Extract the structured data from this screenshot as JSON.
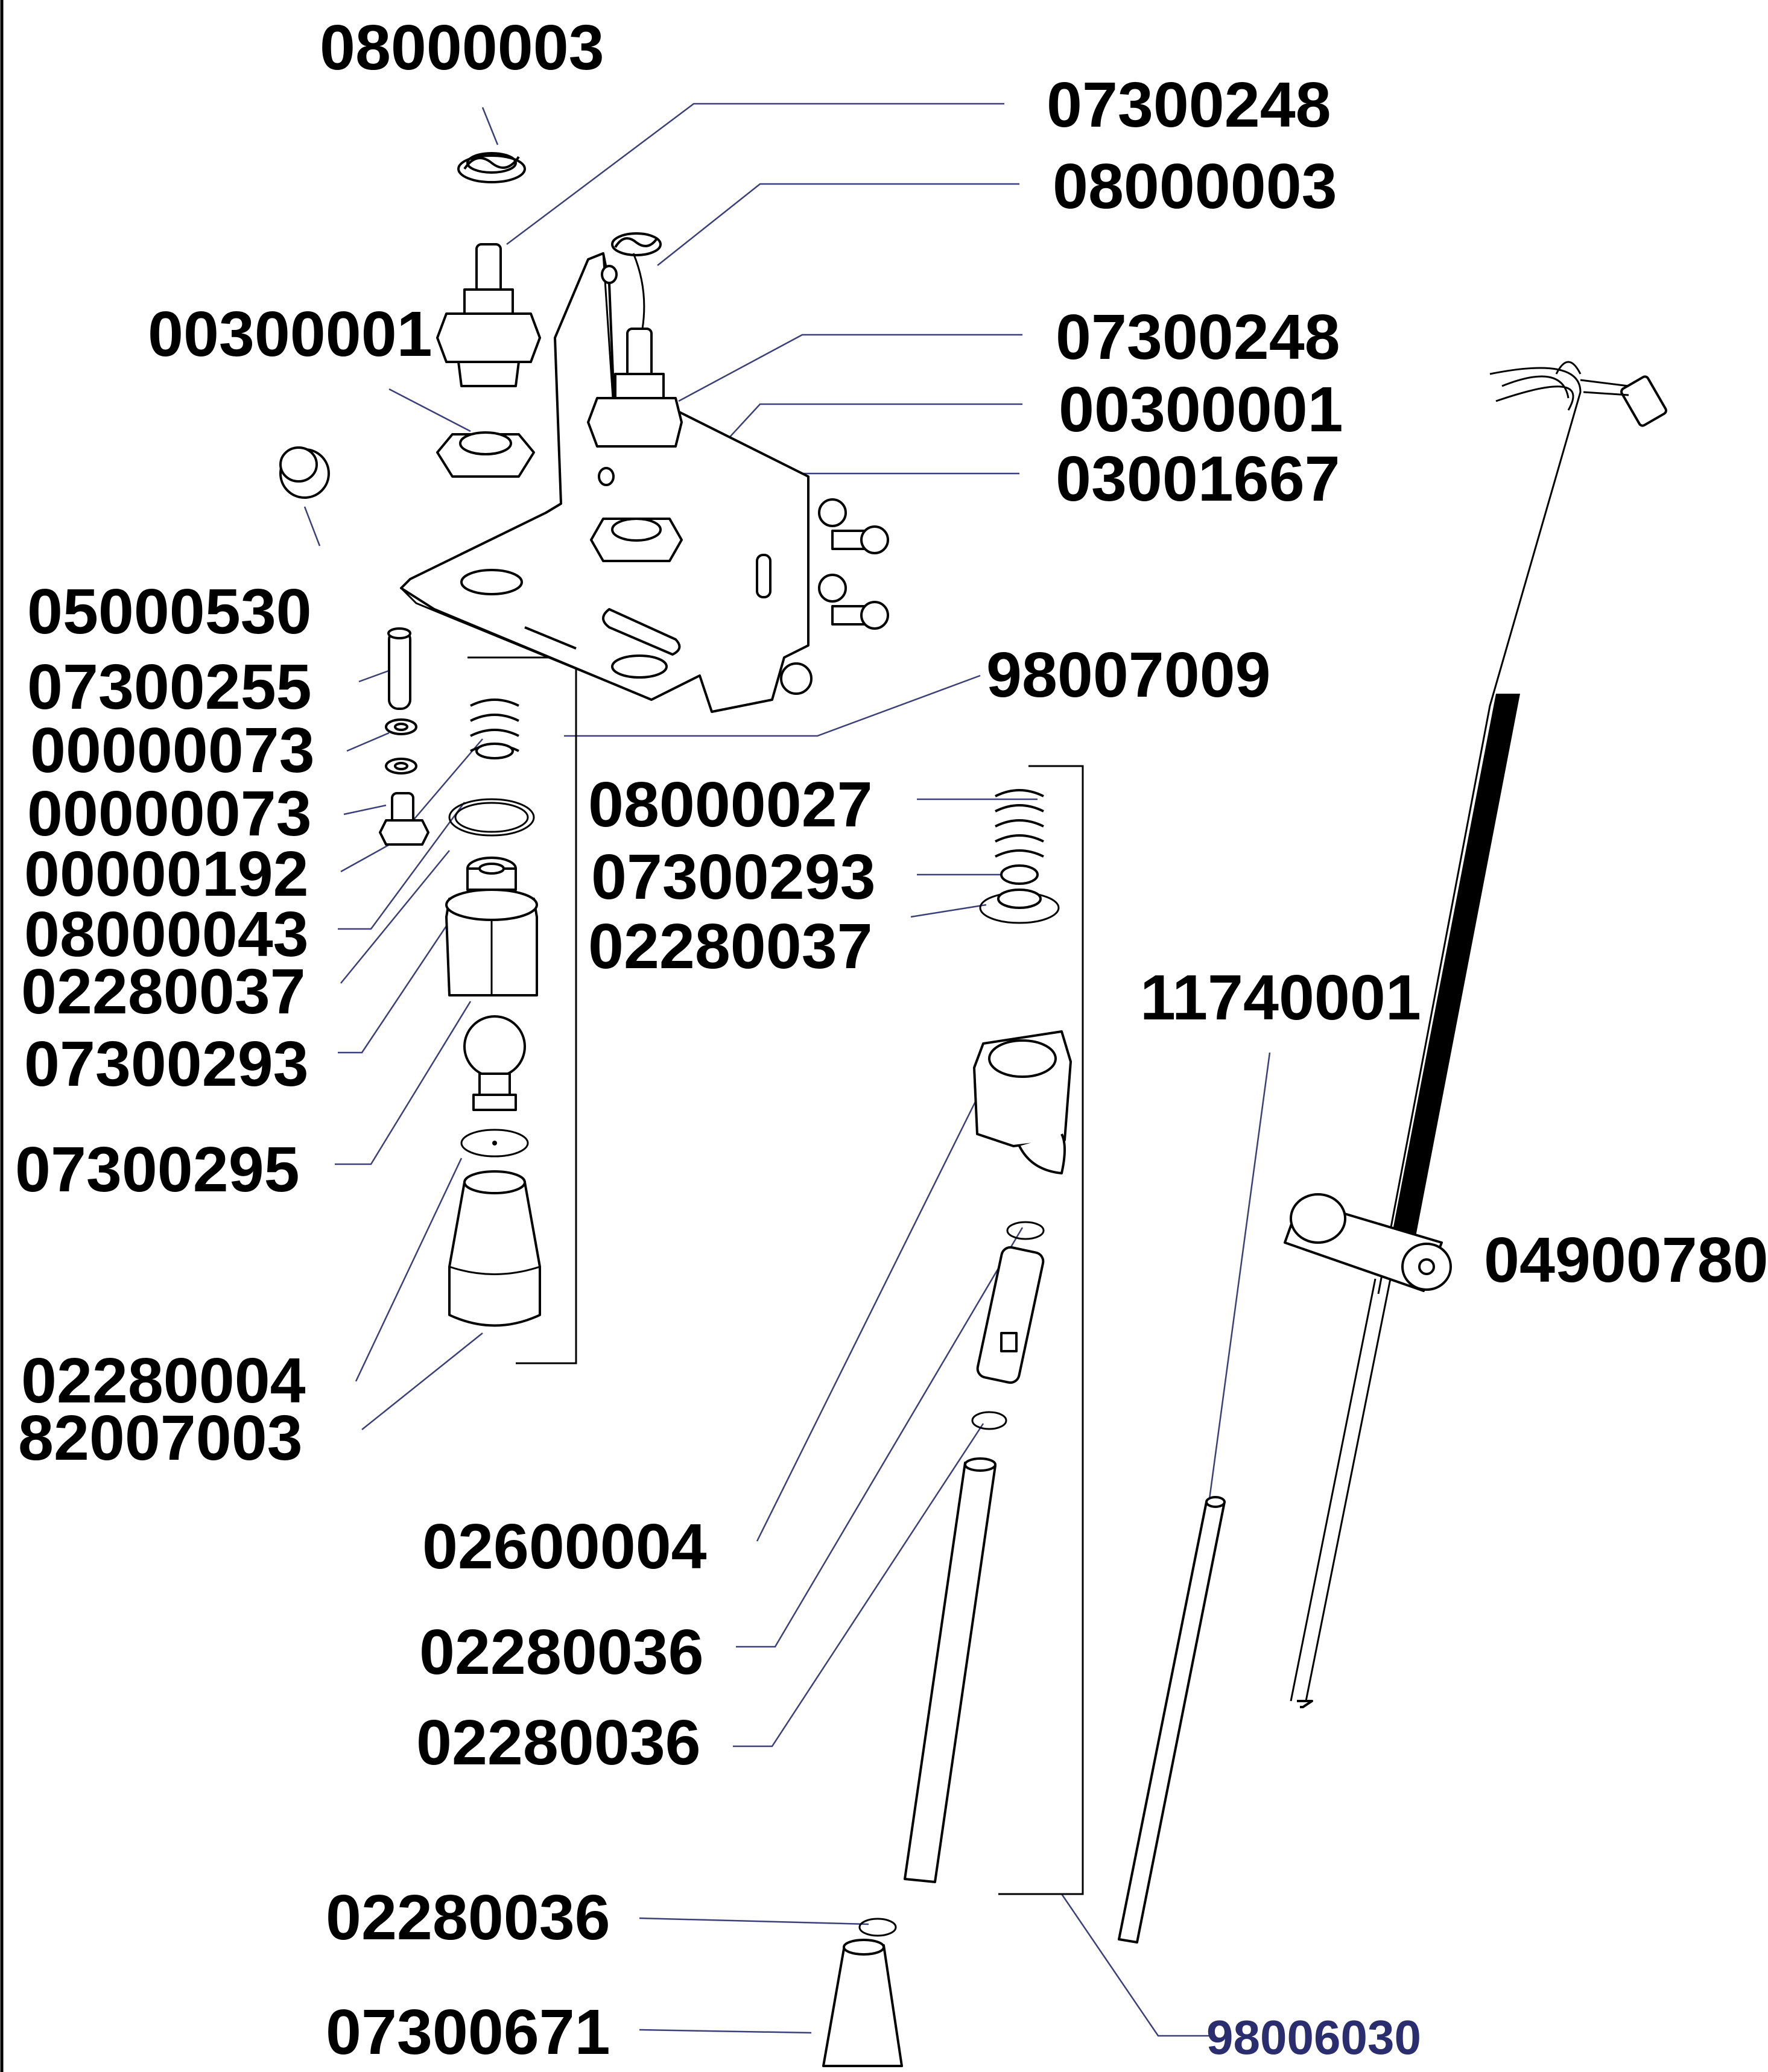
{
  "labels": [
    {
      "id": "l1",
      "text": "08000003"
    },
    {
      "id": "l2",
      "text": "07300248"
    },
    {
      "id": "l3",
      "text": "08000003"
    },
    {
      "id": "l4",
      "text": "00300001"
    },
    {
      "id": "l5",
      "text": "07300248"
    },
    {
      "id": "l6",
      "text": "00300001"
    },
    {
      "id": "l7",
      "text": "03001667"
    },
    {
      "id": "l8",
      "text": "05000530"
    },
    {
      "id": "l9",
      "text": "07300255"
    },
    {
      "id": "l10",
      "text": "00000073"
    },
    {
      "id": "l11",
      "text": "00000073"
    },
    {
      "id": "l12",
      "text": "00000192"
    },
    {
      "id": "l13",
      "text": "08000043"
    },
    {
      "id": "l14",
      "text": "02280037"
    },
    {
      "id": "l15",
      "text": "07300293"
    },
    {
      "id": "l16",
      "text": "07300295"
    },
    {
      "id": "l17",
      "text": "02280004"
    },
    {
      "id": "l18",
      "text": "82007003"
    },
    {
      "id": "l19",
      "text": "98007009"
    },
    {
      "id": "l20",
      "text": "08000027"
    },
    {
      "id": "l21",
      "text": "07300293"
    },
    {
      "id": "l22",
      "text": "02280037"
    },
    {
      "id": "l23",
      "text": "11740001"
    },
    {
      "id": "l24",
      "text": "04900780"
    },
    {
      "id": "l25",
      "text": "02600004"
    },
    {
      "id": "l26",
      "text": "02280036"
    },
    {
      "id": "l27",
      "text": "02280036"
    },
    {
      "id": "l28",
      "text": "02280036"
    },
    {
      "id": "l29",
      "text": "07300671"
    },
    {
      "id": "l30",
      "text": "98006030"
    }
  ]
}
